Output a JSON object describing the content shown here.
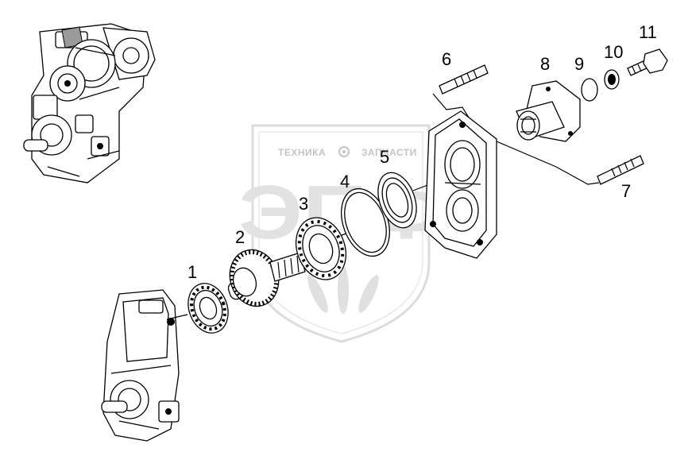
{
  "watermark": {
    "text_left": "ТЕХНИКА",
    "text_right": "ЗАПЧАСТИ",
    "logo_letters": "ЭПФ",
    "color": "#c4c4c4"
  },
  "callouts": [
    {
      "id": "1",
      "label": "1"
    },
    {
      "id": "2",
      "label": "2"
    },
    {
      "id": "3",
      "label": "3"
    },
    {
      "id": "4",
      "label": "4"
    },
    {
      "id": "5",
      "label": "5"
    },
    {
      "id": "6",
      "label": "6"
    },
    {
      "id": "7",
      "label": "7"
    },
    {
      "id": "8",
      "label": "8"
    },
    {
      "id": "9",
      "label": "9"
    },
    {
      "id": "10",
      "label": "10"
    },
    {
      "id": "11",
      "label": "11"
    }
  ]
}
